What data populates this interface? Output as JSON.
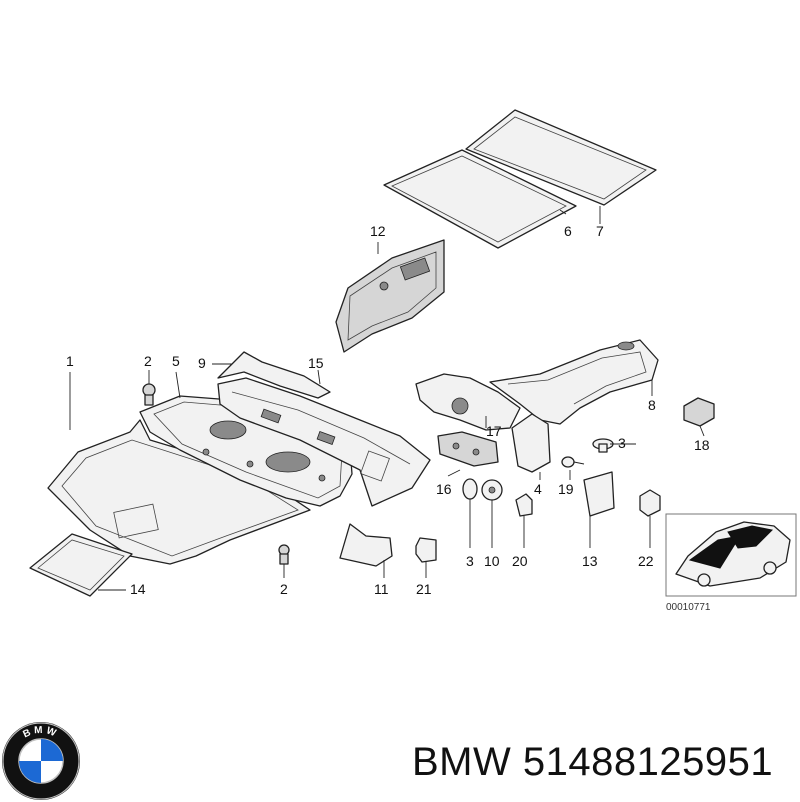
{
  "callouts": [
    {
      "id": "c1",
      "text": "1"
    },
    {
      "id": "c2a",
      "text": "2"
    },
    {
      "id": "c2b",
      "text": "2"
    },
    {
      "id": "c3a",
      "text": "3"
    },
    {
      "id": "c3b",
      "text": "3"
    },
    {
      "id": "c4",
      "text": "4"
    },
    {
      "id": "c5",
      "text": "5"
    },
    {
      "id": "c6",
      "text": "6"
    },
    {
      "id": "c7",
      "text": "7"
    },
    {
      "id": "c8",
      "text": "8"
    },
    {
      "id": "c9",
      "text": "9"
    },
    {
      "id": "c10",
      "text": "10"
    },
    {
      "id": "c11",
      "text": "11"
    },
    {
      "id": "c12",
      "text": "12"
    },
    {
      "id": "c13",
      "text": "13"
    },
    {
      "id": "c14",
      "text": "14"
    },
    {
      "id": "c15",
      "text": "15"
    },
    {
      "id": "c16",
      "text": "16"
    },
    {
      "id": "c17",
      "text": "17"
    },
    {
      "id": "c18",
      "text": "18"
    },
    {
      "id": "c19",
      "text": "19"
    },
    {
      "id": "c20",
      "text": "20"
    },
    {
      "id": "c21",
      "text": "21"
    },
    {
      "id": "c22",
      "text": "22"
    }
  ],
  "inset": {
    "reference_number": "00010771"
  },
  "caption": {
    "brand": "BMW",
    "part_number": "51488125951"
  },
  "logo": {
    "icon": "bmw-roundel-icon",
    "letters": "BMW",
    "colors": {
      "blue": "#1c69d4",
      "ring": "#111111"
    }
  }
}
